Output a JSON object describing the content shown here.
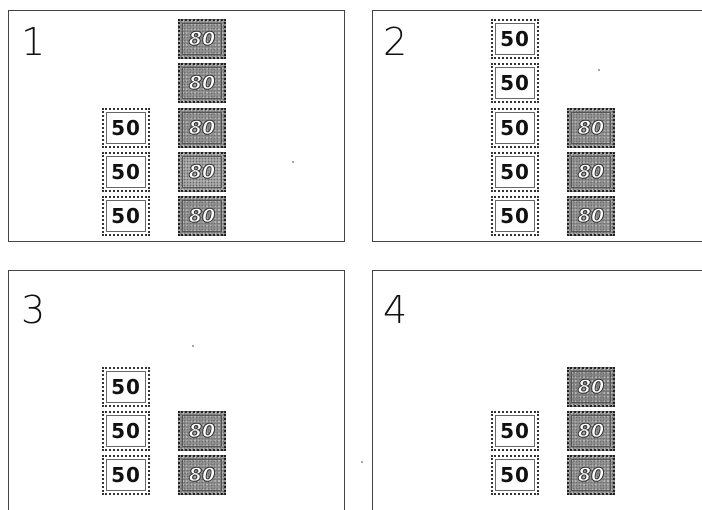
{
  "panels": [
    {
      "number": "1",
      "left_stack": [
        "50",
        "50",
        "50"
      ],
      "right_stack": [
        "80",
        "80",
        "80",
        "80",
        "80"
      ]
    },
    {
      "number": "2",
      "left_stack": [
        "50",
        "50",
        "50",
        "50",
        "50"
      ],
      "right_stack": [
        "80",
        "80",
        "80"
      ]
    },
    {
      "number": "3",
      "left_stack": [
        "50",
        "50",
        "50"
      ],
      "right_stack": [
        "80",
        "80"
      ]
    },
    {
      "number": "4",
      "left_stack": [
        "50",
        "50"
      ],
      "right_stack": [
        "80",
        "80",
        "80"
      ]
    }
  ],
  "colors": {
    "stamp_50_fill": "#ffffff",
    "stamp_80_fill": "#9a9a9a",
    "border": "#444444"
  }
}
